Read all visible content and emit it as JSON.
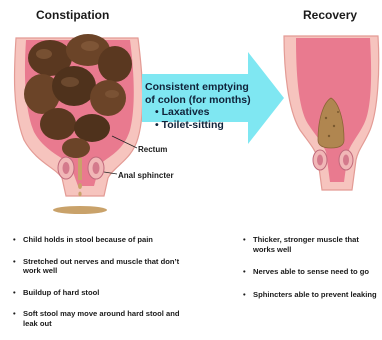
{
  "titles": {
    "left": "Constipation",
    "right": "Recovery"
  },
  "arrow": {
    "line1": "Consistent emptying",
    "line2": "of colon (for months)",
    "bullets": [
      "• Laxatives",
      "• Toilet-sitting"
    ],
    "color": "#7fe7f2"
  },
  "labels": {
    "rectum": "Rectum",
    "anal_sphincter": "Anal sphincter"
  },
  "left_points": [
    "Child holds in stool because of pain",
    "Stretched out nerves and muscle that don’t work well",
    "Buildup of hard stool",
    "Soft stool may move around hard stool and leak out"
  ],
  "right_points": [
    "Thicker, stronger muscle that works well",
    "Nerves able to sense need to go",
    "Sphincters able to prevent leaking"
  ],
  "colors": {
    "tissue_outer": "#f7c7c2",
    "tissue_inner": "#e8738a",
    "stool_dark": "#5b3a22",
    "stool_light": "#b08650"
  }
}
